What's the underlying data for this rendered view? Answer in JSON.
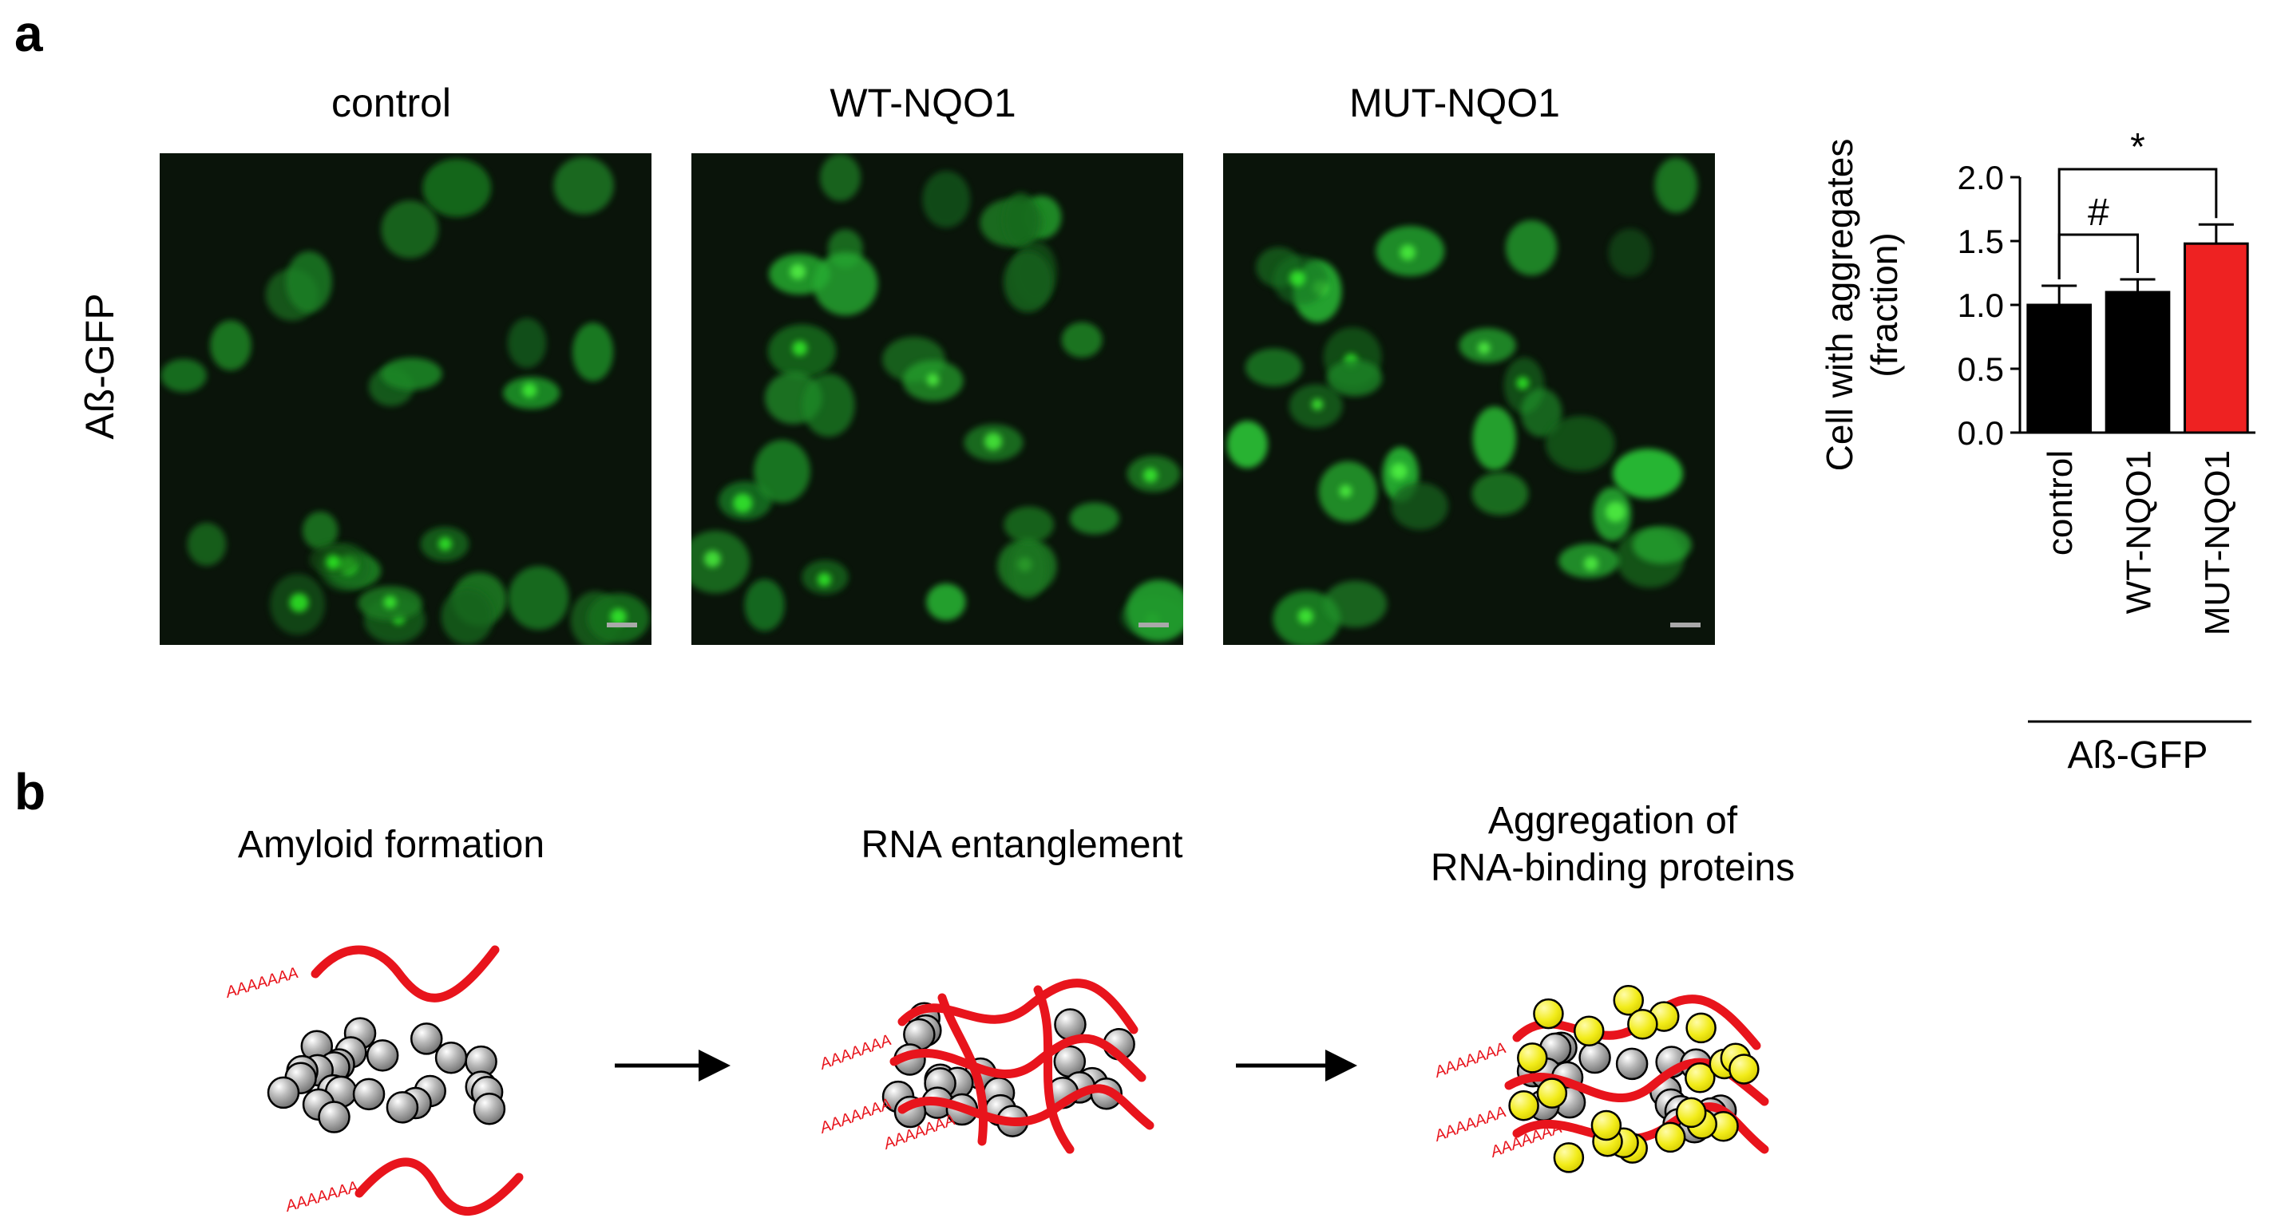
{
  "panel_a": {
    "letter": "a",
    "row_label": "Aß-GFP",
    "images": [
      {
        "title": "control"
      },
      {
        "title": "WT-NQO1"
      },
      {
        "title": "MUT-NQO1"
      }
    ]
  },
  "chart_data": {
    "type": "bar",
    "ylabel_line1": "Cell with aggregates",
    "ylabel_line2": "(fraction)",
    "ylim": [
      0,
      2.0
    ],
    "yticks": [
      "0.0",
      "0.5",
      "1.0",
      "1.5",
      "2.0"
    ],
    "categories": [
      "control",
      "WT-NQO1",
      "MUT-NQO1"
    ],
    "values": [
      1.0,
      1.1,
      1.48
    ],
    "errors": [
      0.15,
      0.1,
      0.15
    ],
    "bar_colors": [
      "#000000",
      "#000000",
      "#ee2222"
    ],
    "group_label": "Aß-GFP",
    "significance": [
      {
        "from": 0,
        "to": 1,
        "symbol": "#"
      },
      {
        "from": 0,
        "to": 2,
        "symbol": "*"
      }
    ]
  },
  "panel_b": {
    "letter": "b",
    "steps": [
      {
        "title": "Amyloid formation"
      },
      {
        "title": "RNA entanglement"
      },
      {
        "title": "Aggregation of\nRNA-binding proteins"
      }
    ],
    "polyA_label": "AAAAAAA",
    "colors": {
      "rna": "#e8141c",
      "amyloid": "#9a9a9a",
      "rbp": "#f2ec1a"
    }
  }
}
